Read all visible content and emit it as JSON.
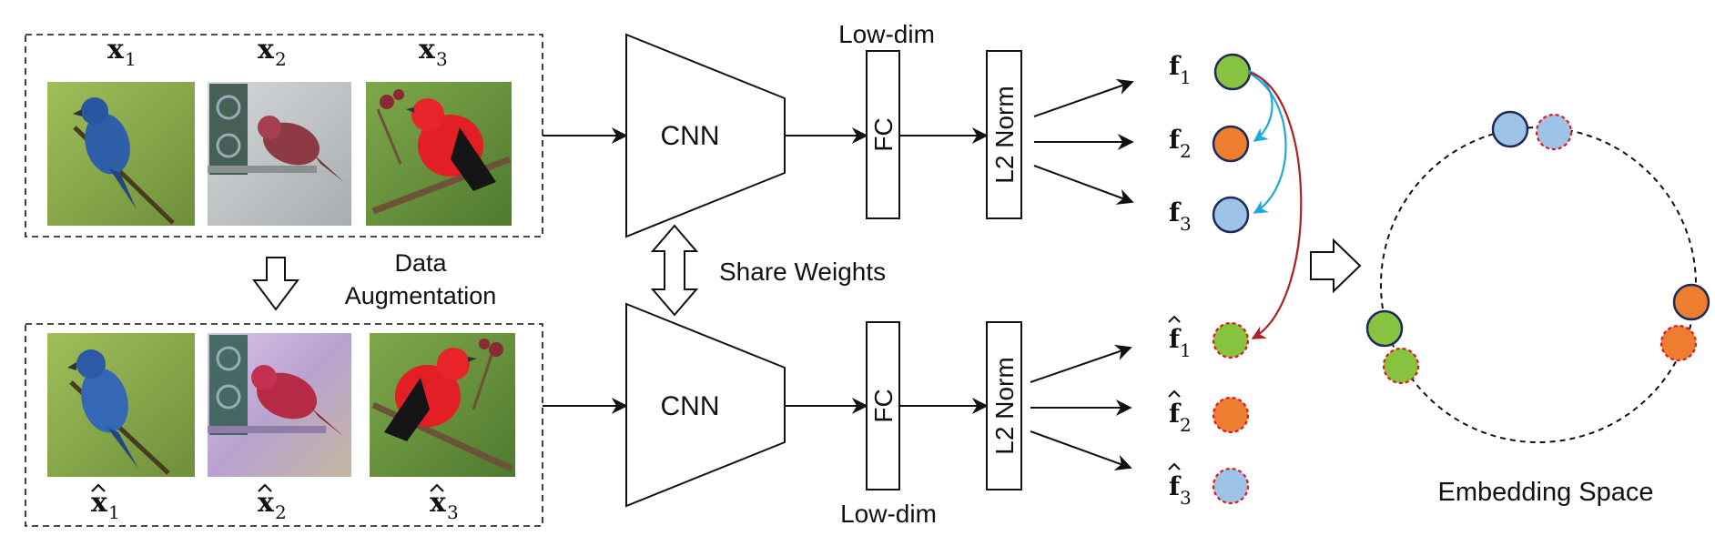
{
  "top_images": [
    {
      "label": "x",
      "subscript": "1",
      "hat": false,
      "theme": "blue-bird"
    },
    {
      "label": "x",
      "subscript": "2",
      "hat": false,
      "theme": "red-finch"
    },
    {
      "label": "x",
      "subscript": "3",
      "hat": false,
      "theme": "red-tanager"
    }
  ],
  "bottom_images": [
    {
      "label": "x",
      "subscript": "1",
      "hat": true,
      "theme": "blue-bird"
    },
    {
      "label": "x",
      "subscript": "2",
      "hat": true,
      "theme": "red-finch-augmented"
    },
    {
      "label": "x",
      "subscript": "3",
      "hat": true,
      "theme": "red-tanager-flipped"
    }
  ],
  "augmentation": {
    "line1": "Data",
    "line2": "Augmentation"
  },
  "share_weights": "Share Weights",
  "cnn": "CNN",
  "fc": "FC",
  "l2norm": "L2 Norm",
  "low_dim": "Low-dim",
  "features": [
    {
      "label": "f",
      "subscript": "1",
      "color": "#86c440",
      "dashed": false
    },
    {
      "label": "f",
      "subscript": "2",
      "color": "#ed7d31",
      "dashed": false
    },
    {
      "label": "f",
      "subscript": "3",
      "color": "#9dc3e6",
      "dashed": false
    }
  ],
  "features_hat": [
    {
      "label": "f",
      "subscript": "1",
      "color": "#86c440",
      "dashed": true
    },
    {
      "label": "f",
      "subscript": "2",
      "color": "#ed7d31",
      "dashed": true
    },
    {
      "label": "f",
      "subscript": "3",
      "color": "#9dc3e6",
      "dashed": true
    }
  ],
  "embedding_space": "Embedding Space",
  "colors": {
    "solid_outline": "#1f2a5a",
    "dashed_outline": "#e0191c",
    "blue_arrow": "#1fa7e0",
    "red_arrow": "#b01f24"
  }
}
